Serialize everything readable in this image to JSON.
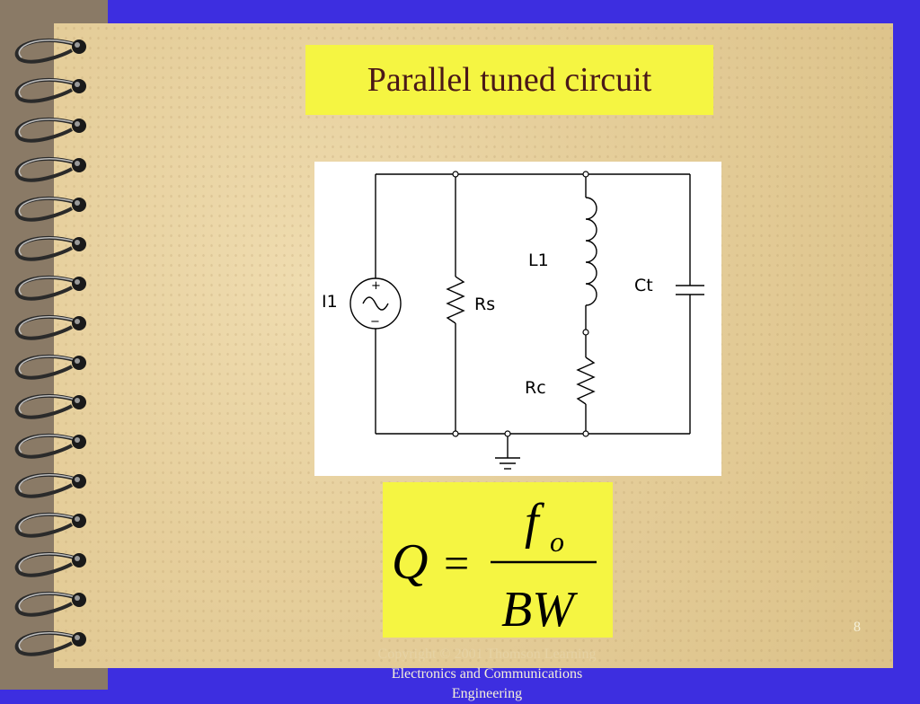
{
  "slide": {
    "title": "Parallel tuned circuit",
    "page_number": "8",
    "footer_line1": "Copyright © 2001 Thomson Learning",
    "footer_line2": "Electronics and Communications",
    "footer_line3": "Engineering"
  },
  "circuit": {
    "labels": {
      "source": "I1",
      "resistor_s": "Rs",
      "inductor": "L1",
      "resistor_c": "Rc",
      "capacitor": "Ct",
      "plus": "+",
      "minus": "−"
    }
  },
  "formula": {
    "lhs": "Q",
    "equals": "=",
    "numerator": "f",
    "numerator_sub": "o",
    "denominator": "BW"
  },
  "colors": {
    "background": "#3d2ee0",
    "highlight": "#f5f542",
    "title_text": "#4a1818"
  }
}
